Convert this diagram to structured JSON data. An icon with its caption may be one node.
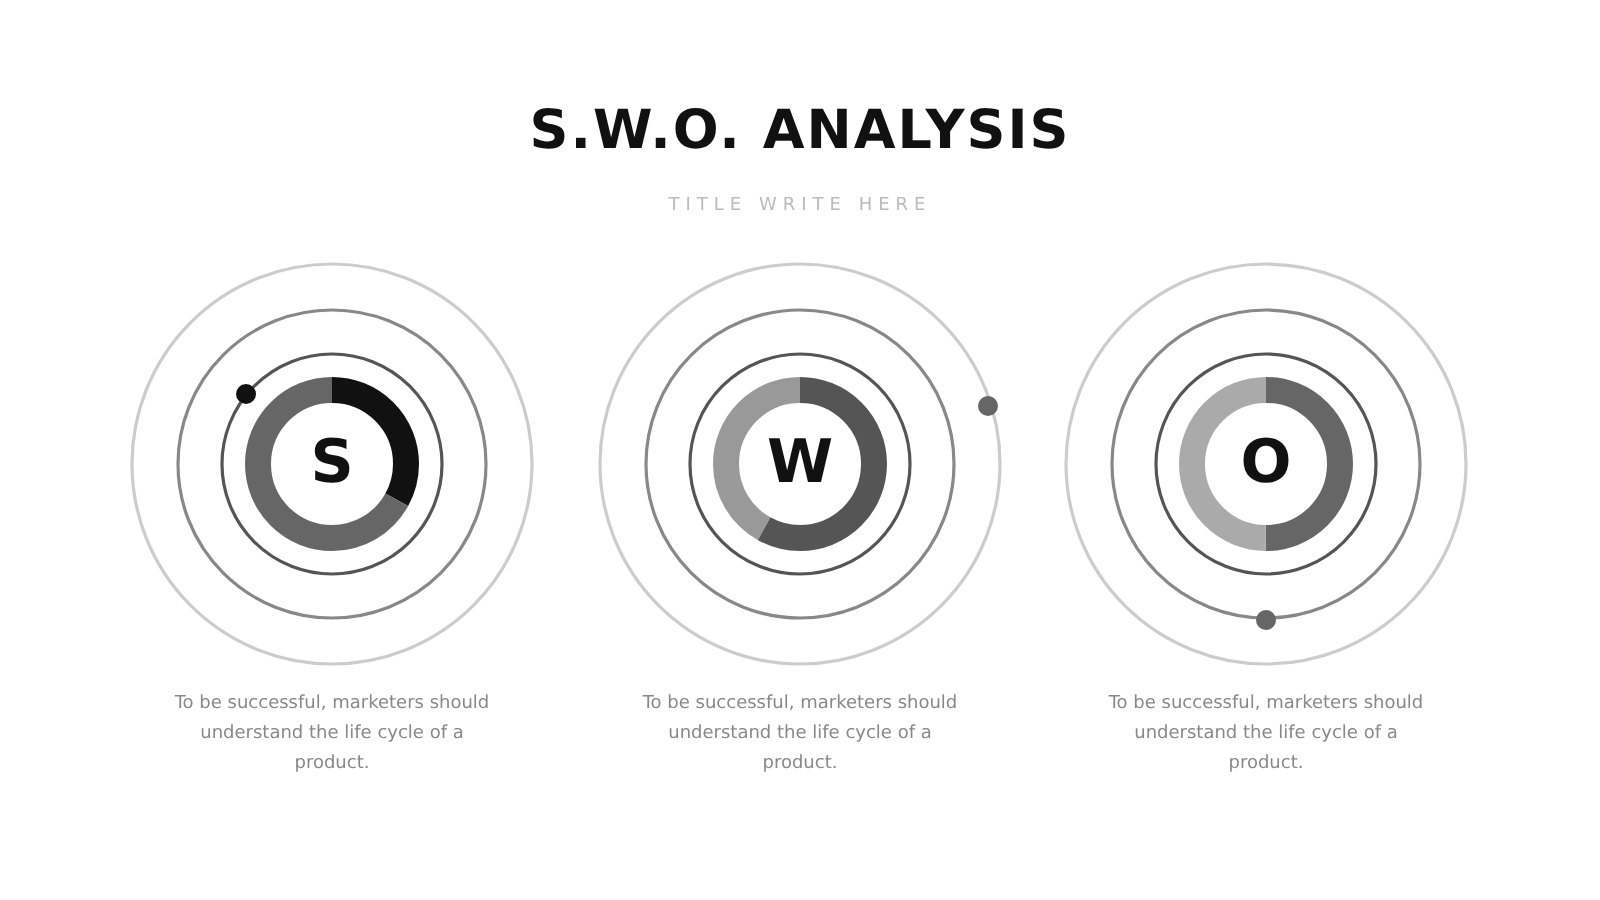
{
  "diagram": {
    "title": "S.W.O. ANALYSIS",
    "nodes": [
      {
        "text": [
          "S"
        ]
      },
      {
        "text": [
          "W"
        ]
      },
      {
        "text": [
          "O"
        ]
      }
    ],
    "labels": [
      "TITLE WRITE HERE",
      "To be successful, marketers should understand the life cycle of a product.",
      "To be successful, marketers should understand the life cycle of a product.",
      "To be successful, marketers should understand the life cycle of a product."
    ]
  }
}
